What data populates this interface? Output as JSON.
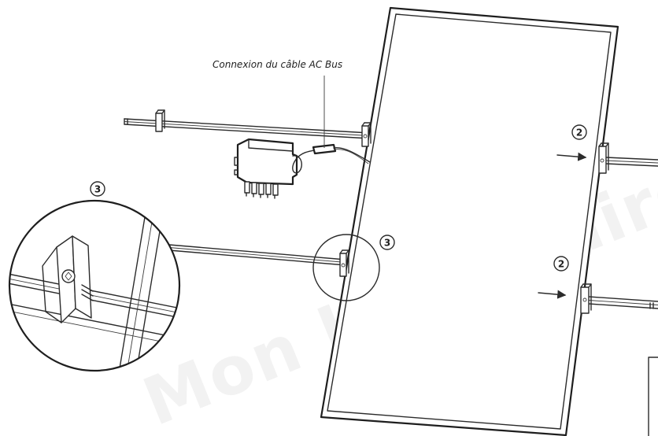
{
  "diagram": {
    "cable_label": "Connexion du câble AC Bus",
    "steps": {
      "clamp_top_right": "2",
      "clamp_bottom_right": "2",
      "clamp_detail": "3",
      "clamp_on_rail": "3"
    },
    "watermark": "Mon Kit Solaire"
  },
  "colors": {
    "ink": "#2b2b2b",
    "watermark": "#c8c8c8"
  }
}
